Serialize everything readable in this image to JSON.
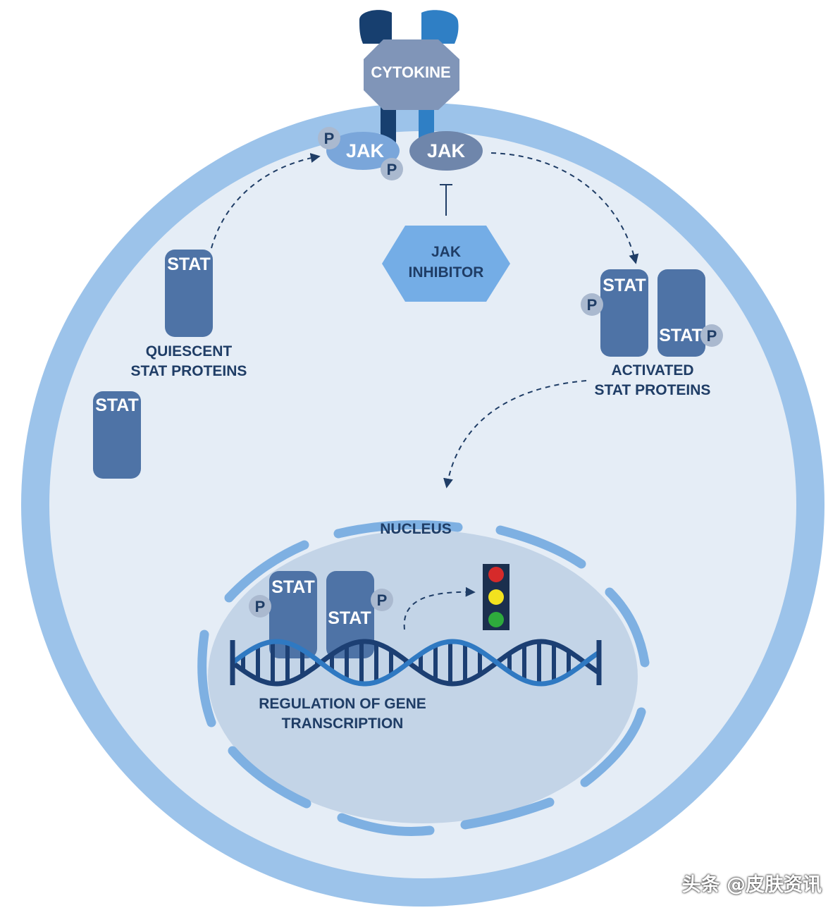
{
  "labels": {
    "cytokine": "CYTOKINE",
    "jak": "JAK",
    "p": "P",
    "stat": "STAT",
    "jak_inhibitor_line1": "JAK",
    "jak_inhibitor_line2": "INHIBITOR",
    "quiescent_line1": "QUIESCENT",
    "quiescent_line2": "STAT PROTEINS",
    "activated_line1": "ACTIVATED",
    "activated_line2": "STAT PROTEINS",
    "nucleus": "NUCLEUS",
    "regulation_line1": "REGULATION OF GENE",
    "regulation_line2": "TRANSCRIPTION"
  },
  "watermark": "头条 @皮肤资讯",
  "colors": {
    "cell_membrane": "#9cc3ea",
    "cytoplasm": "#e5edf6",
    "nucleus": "#c3d4e7",
    "nuclear_envelope": "#7eb0e2",
    "stat": "#4e73a6",
    "jak_phosphorylated": "#7aa6da",
    "jak": "#6f86ab",
    "cytokine": "#8095b8",
    "receptor_dark": "#173f6f",
    "receptor_light": "#2f7fc5",
    "inhibitor": "#74ade6",
    "phosphate": "#aab9cf",
    "dna_dark": "#1c3f73",
    "dna_light": "#2f79c2",
    "signal_red": "#d62a2a",
    "signal_yellow": "#f2e21f",
    "signal_green": "#2eaa3c"
  }
}
